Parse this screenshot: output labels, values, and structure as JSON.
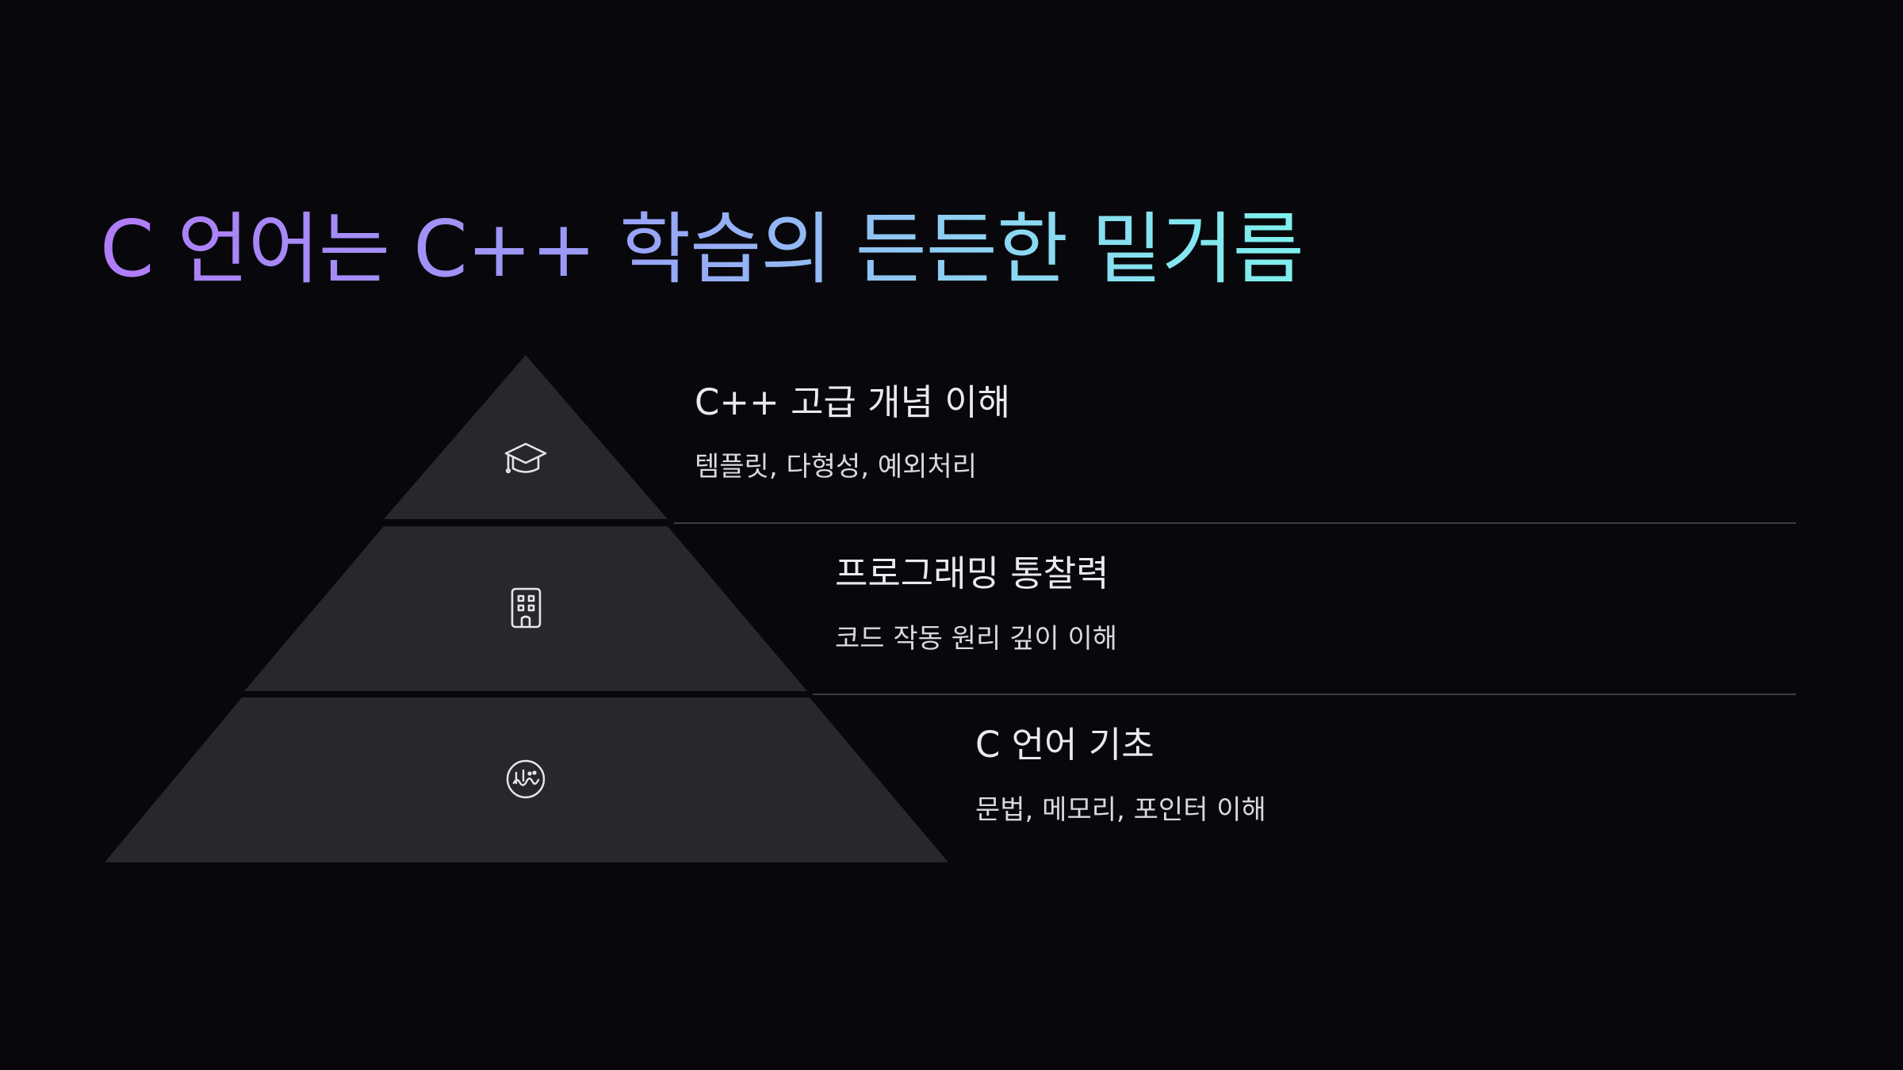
{
  "slide": {
    "title": "C 언어는 C++ 학습의 든든한 밑거름",
    "title_gradient": [
      "#b07cf7",
      "#9a9bf7",
      "#8cd6f2",
      "#7ef0ee"
    ],
    "background": "#08080c",
    "tier_fill": "#27272c",
    "divider_color": "#3c3c44"
  },
  "tiers": [
    {
      "heading": "C++ 고급 개념 이해",
      "description": "템플릿, 다형성, 예외처리",
      "icon": "graduation-cap-icon"
    },
    {
      "heading": "프로그래밍 통찰력",
      "description": "코드 작동 원리 깊이 이해",
      "icon": "building-icon"
    },
    {
      "heading": "C 언어 기초",
      "description": "문법, 메모리, 포인터 이해",
      "icon": "calligraphy-emblem-icon"
    }
  ]
}
